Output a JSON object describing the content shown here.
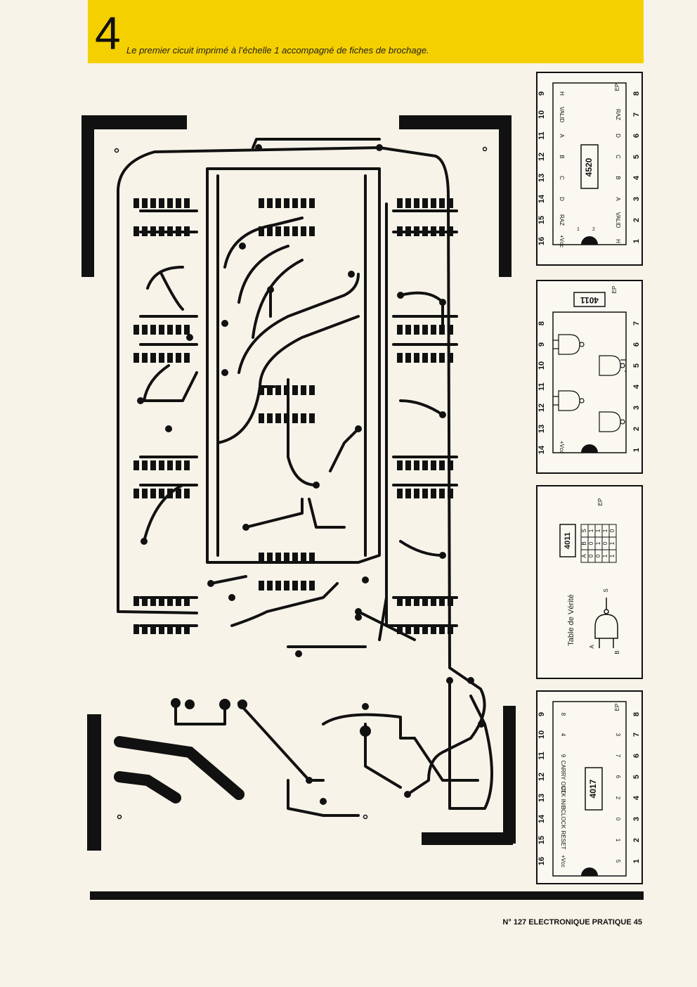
{
  "header": {
    "figure_number": "4",
    "caption": "Le premier cicuit imprimé à l’échelle 1 accompagné de fiches de brochage.",
    "color": "#f5d000"
  },
  "pinouts": {
    "p4520": {
      "ic": "4520",
      "top_pins": [
        "9",
        "10",
        "11",
        "12",
        "13",
        "14",
        "15",
        "16"
      ],
      "bottom_pins": [
        "8",
        "7",
        "6",
        "5",
        "4",
        "3",
        "2",
        "1"
      ],
      "top_labels": [
        "H",
        "VALID",
        "A",
        "B",
        "C",
        "D",
        "RAZ",
        "+Vcc"
      ],
      "bottom_labels": [
        "EP",
        "RAZ",
        "D",
        "C",
        "B",
        "A",
        "VALID",
        "H"
      ],
      "side_marks": [
        "1",
        "2"
      ]
    },
    "p4011": {
      "ic": "4011",
      "top_pins": [
        "8",
        "9",
        "10",
        "11",
        "12",
        "13",
        "14"
      ],
      "bottom_pins": [
        "7",
        "6",
        "5",
        "4",
        "3",
        "2",
        "1"
      ],
      "vcc_label": "+Vcc",
      "ground_label": "EP"
    },
    "truth": {
      "ic": "4011",
      "title": "Table de Vérité",
      "headers": [
        "A",
        "B",
        "S"
      ],
      "rows": [
        [
          "0",
          "0",
          "1"
        ],
        [
          "0",
          "1",
          "1"
        ],
        [
          "1",
          "0",
          "1"
        ],
        [
          "1",
          "1",
          "0"
        ]
      ],
      "input_a": "A",
      "input_b": "B",
      "output": "S",
      "ground_label": "EP"
    },
    "p4017": {
      "ic": "4017",
      "top_pins": [
        "9",
        "10",
        "11",
        "12",
        "13",
        "14",
        "15",
        "16"
      ],
      "bottom_pins": [
        "8",
        "7",
        "6",
        "5",
        "4",
        "3",
        "2",
        "1"
      ],
      "top_labels": [
        "8",
        "4",
        "9",
        "CARRY OUT",
        "CLK INIB",
        "CLOCK",
        "RESET",
        "+Vcc"
      ],
      "bottom_labels": [
        "EP",
        "3",
        "7",
        "6",
        "2",
        "0",
        "1",
        "5"
      ]
    }
  },
  "footer": {
    "text": "N° 127 ELECTRONIQUE PRATIQUE 45"
  }
}
